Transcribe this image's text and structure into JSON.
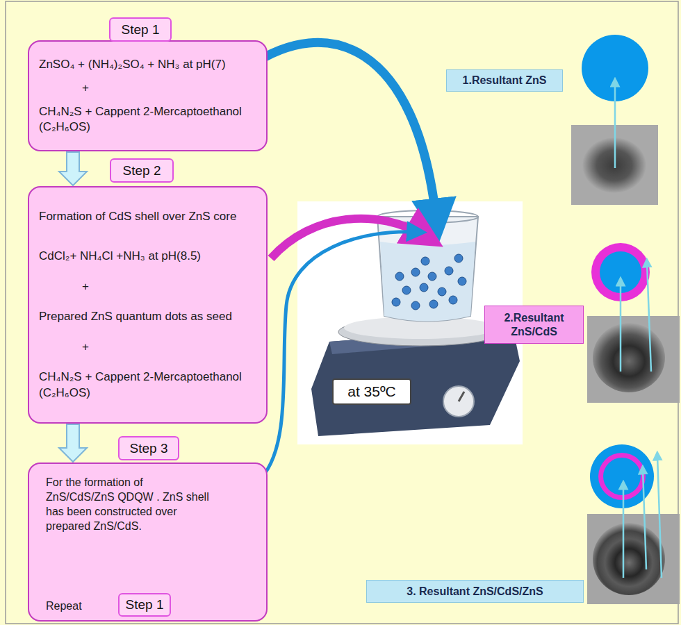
{
  "diagram": {
    "nodes": [
      {
        "text": [
          "Step 1"
        ]
      },
      {
        "text": [
          "ZnSO₄ + (NH₄)₂SO₄ + NH₃ at pH(7)",
          "+",
          "CH₄N₂S + Cappent 2-Mercaptoethanol (C₂H₆OS)"
        ]
      },
      {
        "text": [
          "Step 2"
        ]
      },
      {
        "text": [
          "Formation of CdS shell over ZnS core",
          "CdCl₂+ NH₄Cl +NH₃ at pH(8.5)",
          "+",
          "Prepared ZnS quantum dots as seed",
          "+",
          "CH₄N₂S + Cappent 2-Mercaptoethanol (C₂H₆OS)"
        ]
      },
      {
        "text": [
          "Step 3"
        ]
      },
      {
        "text": [
          "For the formation of ZnS/CdS/ZnS QDQW . ZnS shell has been constructed over prepared ZnS/CdS.",
          "Repeat"
        ]
      },
      {
        "text": [
          "Step 1"
        ],
        "in": 5
      },
      {
        "text": [
          "at 35ºC"
        ]
      },
      {
        "text": [
          "1.Resultant ZnS"
        ]
      },
      {
        "text": [
          "2.Resultant ZnS/CdS"
        ]
      },
      {
        "text": [
          "3. Resultant ZnS/CdS/ZnS"
        ]
      }
    ],
    "edges": [
      {
        "from": 1,
        "to": 3,
        "arrow": "to"
      },
      {
        "from": 3,
        "to": 5,
        "arrow": "to"
      }
    ]
  }
}
